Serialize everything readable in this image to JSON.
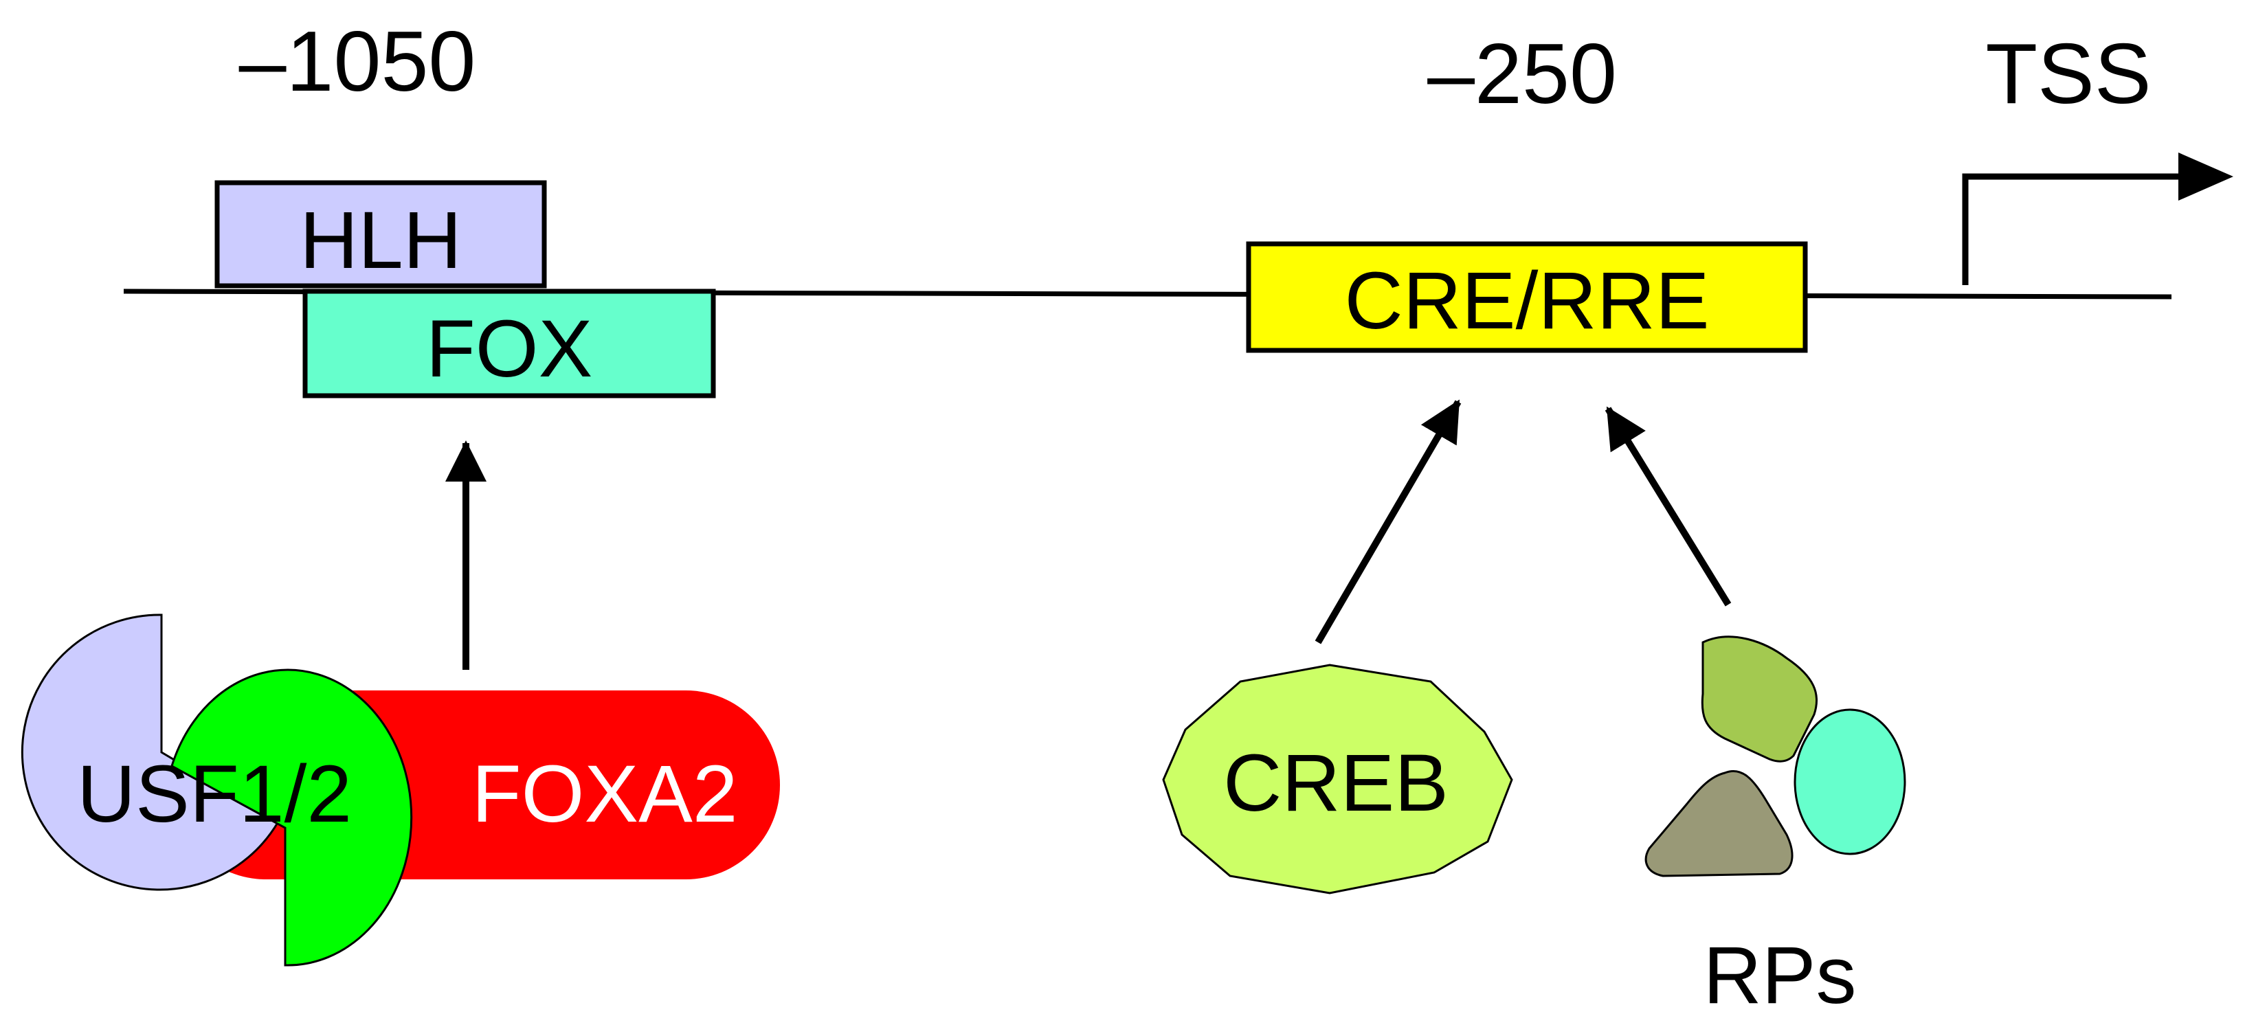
{
  "positions": {
    "left": "–1050",
    "middle": "–250",
    "tss": "TSS"
  },
  "elements": {
    "hlh": "HLH",
    "fox": "FOX",
    "cre_rre": "CRE/RRE"
  },
  "factors": {
    "usf": "USF1/2",
    "foxa2": "FOXA2",
    "creb": "CREB",
    "rps": "RPs"
  },
  "colors": {
    "hlh_box": "#ccccff",
    "fox_box": "#66ffcc",
    "cre_box": "#ffff00",
    "foxa2": "#ff0000",
    "usf": "#ccccff",
    "green_protein": "#00ff00",
    "creb": "#ccff66",
    "rp_olive": "#a3c950",
    "rp_teal": "#66ffcc",
    "rp_khaki": "#999977"
  }
}
